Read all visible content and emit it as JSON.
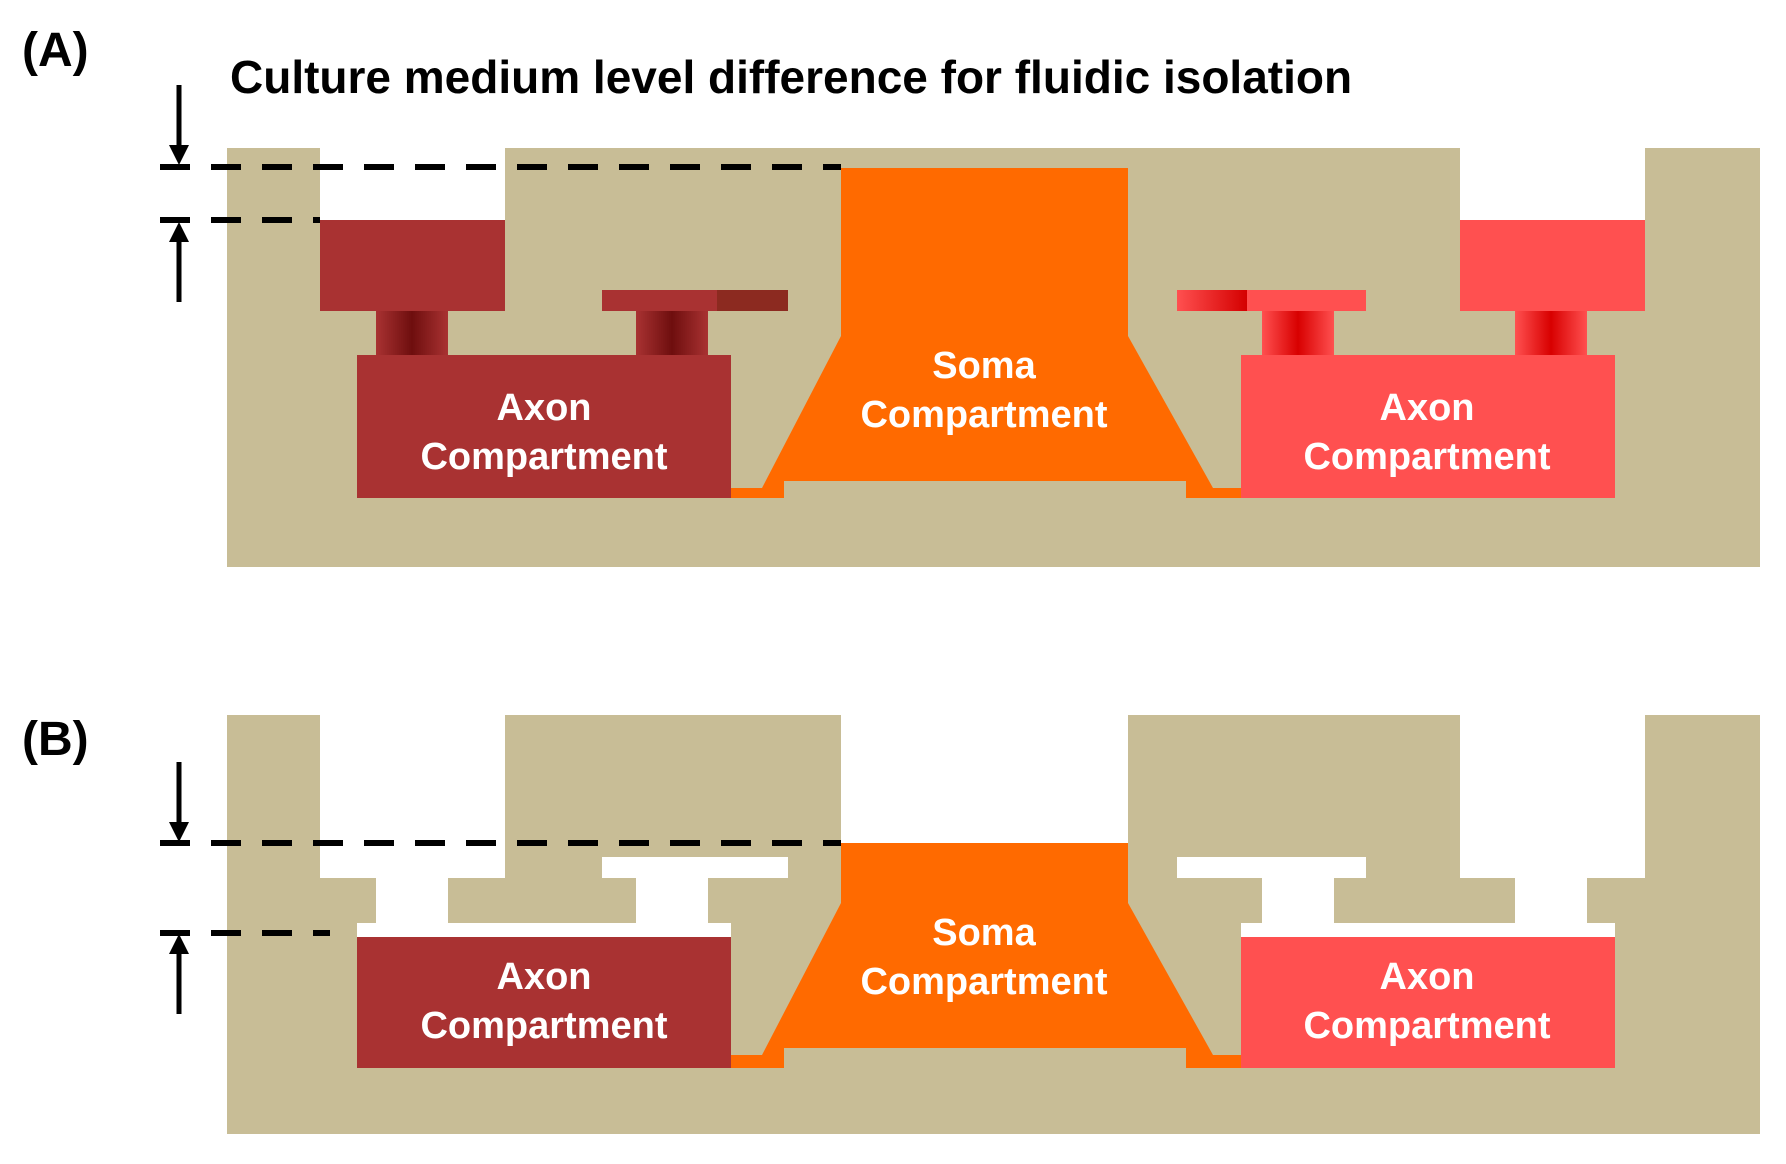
{
  "panel_a": {
    "label": "(A)",
    "title": "Culture medium level difference for fluidic  isolation",
    "left_compartment": {
      "line1": "Axon",
      "line2": "Compartment"
    },
    "soma_compartment": {
      "line1": "Soma",
      "line2": "Compartment"
    },
    "right_compartment": {
      "line1": "Axon",
      "line2": "Compartment"
    }
  },
  "panel_b": {
    "label": "(B)",
    "left_compartment": {
      "line1": "Axon",
      "line2": "Compartment"
    },
    "soma_compartment": {
      "line1": "Soma",
      "line2": "Compartment"
    },
    "right_compartment": {
      "line1": "Axon",
      "line2": "Compartment"
    }
  },
  "colors": {
    "device_body": "#c8bd96",
    "soma_medium": "#ff6a00",
    "left_axon_medium": "#a93232",
    "right_axon_medium": "#ff5050",
    "empty_well": "#ffffff"
  }
}
